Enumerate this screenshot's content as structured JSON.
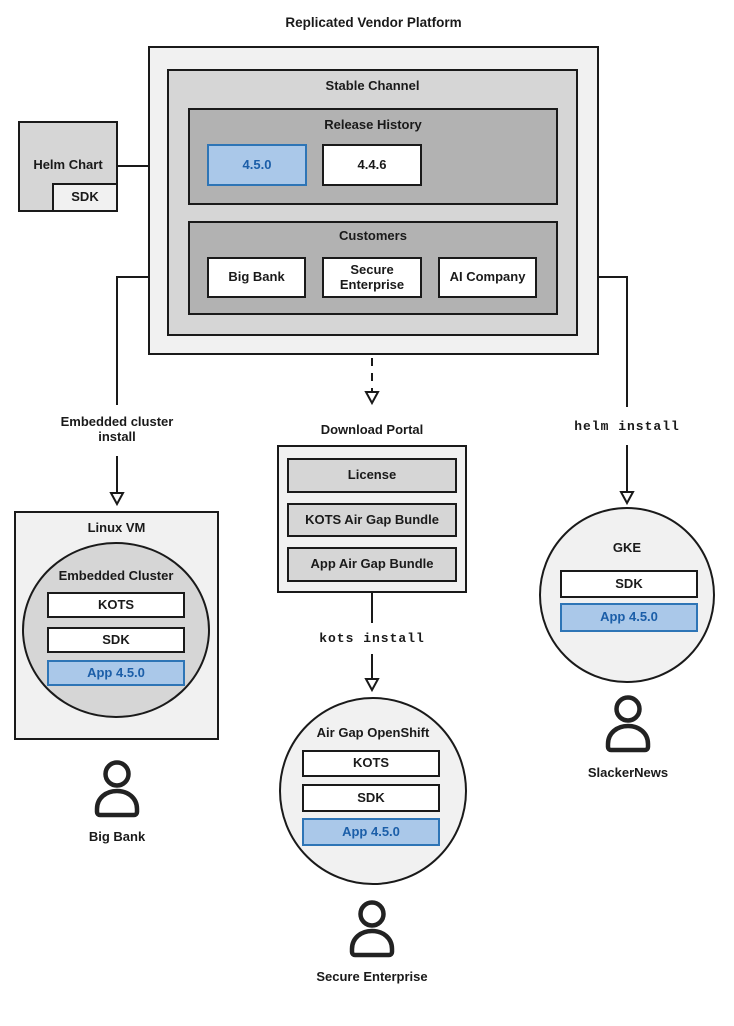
{
  "title": "Replicated Vendor Platform",
  "colors": {
    "blue_fill": "#aac8e9",
    "blue_border": "#2e75b6",
    "blue_text": "#1b5ea8",
    "gray_light": "#f1f1f1",
    "gray_mid": "#d6d6d6",
    "gray_dark": "#b2b2b2",
    "border": "#1a1a1a"
  },
  "icons": {
    "user": "person-icon"
  },
  "stable_channel": {
    "label": "Stable Channel",
    "release_history": {
      "label": "Release History",
      "releases": [
        "4.5.0",
        "4.4.6"
      ],
      "highlighted_release": "4.5.0"
    },
    "customers": {
      "label": "Customers",
      "items": [
        "Big Bank",
        "Secure Enterprise",
        "AI Company"
      ]
    }
  },
  "helm_chart": {
    "label": "Helm Chart",
    "sdk": "SDK"
  },
  "labels": {
    "embedded_cluster_install": "Embedded cluster install",
    "kots_install": "kots install",
    "helm_install": "helm install"
  },
  "download_portal": {
    "label": "Download Portal",
    "items": [
      "License",
      "KOTS Air Gap Bundle",
      "App Air Gap Bundle"
    ]
  },
  "linux_vm": {
    "label": "Linux VM",
    "cluster": {
      "label": "Embedded Cluster",
      "components": [
        "KOTS",
        "SDK",
        "App 4.5.0"
      ]
    }
  },
  "air_gap_openshift": {
    "label": "Air Gap OpenShift",
    "components": [
      "KOTS",
      "SDK",
      "App 4.5.0"
    ]
  },
  "gke": {
    "label": "GKE",
    "components": [
      "SDK",
      "App 4.5.0"
    ]
  },
  "users": [
    {
      "name": "Big Bank"
    },
    {
      "name": "Secure Enterprise"
    },
    {
      "name": "SlackerNews"
    }
  ]
}
